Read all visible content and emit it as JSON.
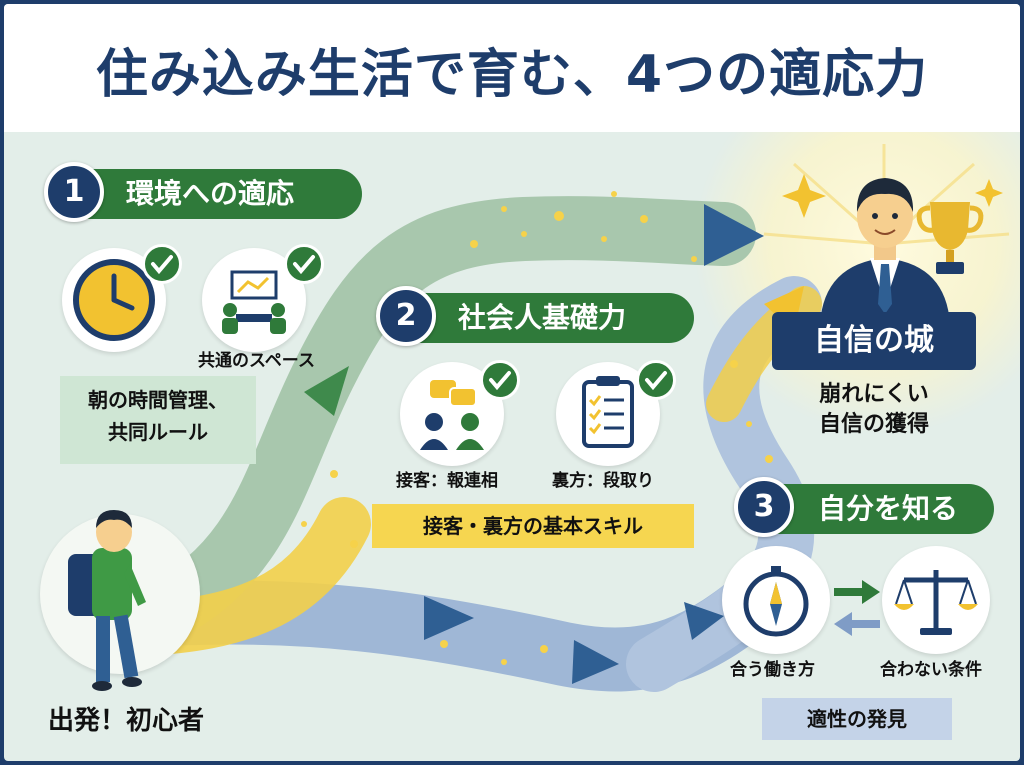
{
  "title": "住み込み生活で育む、4つの適応力",
  "colors": {
    "navy": "#1e3d6b",
    "green": "#2f7a3a",
    "yellow": "#f2c230",
    "light_green_box": "#cfe6d4",
    "yellow_box": "#f6d650",
    "blue_box": "#c4d3e8"
  },
  "section1": {
    "number": "1",
    "heading": "環境への適応",
    "icons": [
      "clock-icon",
      "shared-space-icon"
    ],
    "shared_space_label": "共通のスペース",
    "summary_lines": [
      "朝の時間管理、",
      "共同ルール"
    ]
  },
  "section2": {
    "number": "2",
    "heading": "社会人基礎力",
    "icons": [
      "chat-people-icon",
      "clipboard-checklist-icon"
    ],
    "item_left_label": "接客：報連相",
    "item_right_label": "裏方：段取り",
    "summary": "接客・裏方の基本スキル"
  },
  "section3": {
    "number": "3",
    "heading": "自分を知る",
    "icons": [
      "compass-icon",
      "scale-icon"
    ],
    "item_left_label": "合う働き方",
    "item_right_label": "合わない条件",
    "summary": "適性の発見"
  },
  "goal": {
    "banner": "自信の城",
    "caption_lines": [
      "崩れにくい",
      "自信の獲得"
    ],
    "icons": [
      "businessman-icon",
      "trophy-icon"
    ]
  },
  "start": {
    "label": "出発！初心者",
    "icons": [
      "student-backpack-icon"
    ]
  }
}
